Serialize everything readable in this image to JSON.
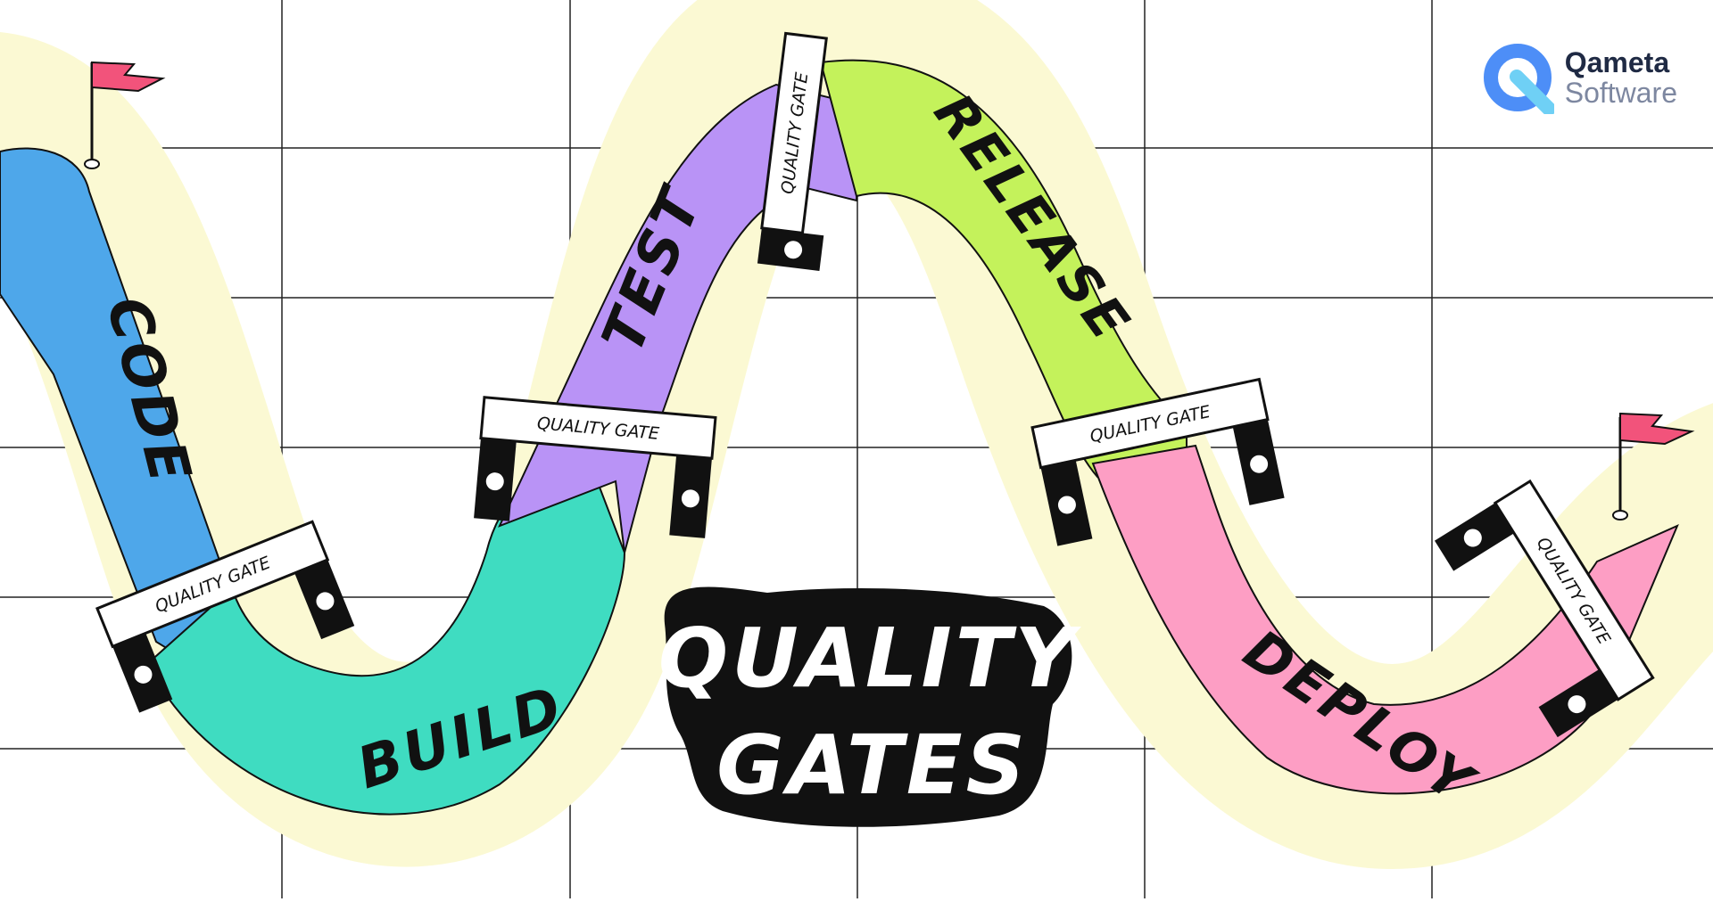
{
  "colors": {
    "background": "#ffffff",
    "grid": "#222222",
    "halo": "#fbf9d3",
    "code": "#4ea7ea",
    "build": "#3fdcc1",
    "test": "#b993f6",
    "release": "#c4f25b",
    "deploy": "#fd9ec4",
    "flag": "#f2537b"
  },
  "stages": [
    {
      "label": "CODE"
    },
    {
      "label": "BUILD"
    },
    {
      "label": "TEST"
    },
    {
      "label": "RELEASE"
    },
    {
      "label": "DEPLOY"
    }
  ],
  "gate_label": "QUALITY GATE",
  "title": {
    "line1": "QUALITY",
    "line2": "GATES"
  },
  "logo": {
    "word1": "Qameta",
    "word2": "Software",
    "icon": "qameta-q-logo-icon"
  },
  "flags": {
    "start": "start-flag-icon",
    "finish": "finish-flag-icon"
  }
}
